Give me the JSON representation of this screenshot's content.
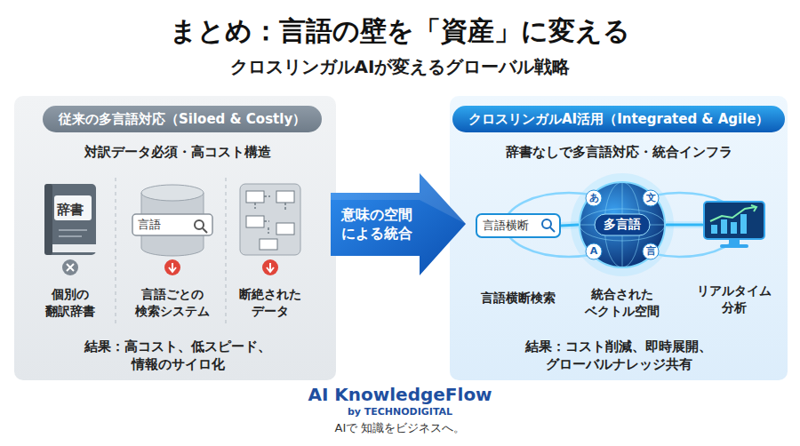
{
  "diagram": {
    "title": "まとめ：言語の壁を「資産」に変える",
    "nodes": [
      {
        "text": [
          "従来の多言語対応（Siloed & Costly）"
        ]
      },
      {
        "text": [
          "辞書",
          "個別の 翻訳辞書"
        ]
      },
      {
        "text": [
          "言語",
          "言語ごとの 検索システム"
        ]
      },
      {
        "text": [
          "断絶された データ"
        ]
      },
      {
        "text": [
          "意味の空間 による統合"
        ]
      },
      {
        "text": [
          "クロスリンガルAI活用（Integrated & Agile）"
        ]
      },
      {
        "text": [
          "言語横断",
          "言語横断検索"
        ]
      },
      {
        "text": [
          "多言語",
          "統合された ベクトル空間"
        ]
      },
      {
        "text": [
          "リアルタイム 分析"
        ]
      }
    ],
    "edges": [
      {
        "from": 6,
        "to": 7,
        "arrow": "none"
      },
      {
        "from": 7,
        "to": 8,
        "arrow": "none"
      }
    ],
    "labels": [
      "クロスリンガルAIが変えるグローバル戦略",
      "対訳データ必須・高コスト構造",
      "結果：高コスト、低スピード、 情報のサイロ化",
      "辞書なしで多言語対応・統合インフラ",
      "結果：コスト削減、即時展開、 グローバルナレッジ共有",
      "あ",
      "文",
      "A",
      "言",
      "AI KnowledgeFlow",
      "by TECHNODIGITAL",
      "AIで 知識をビジネスへ。"
    ]
  }
}
